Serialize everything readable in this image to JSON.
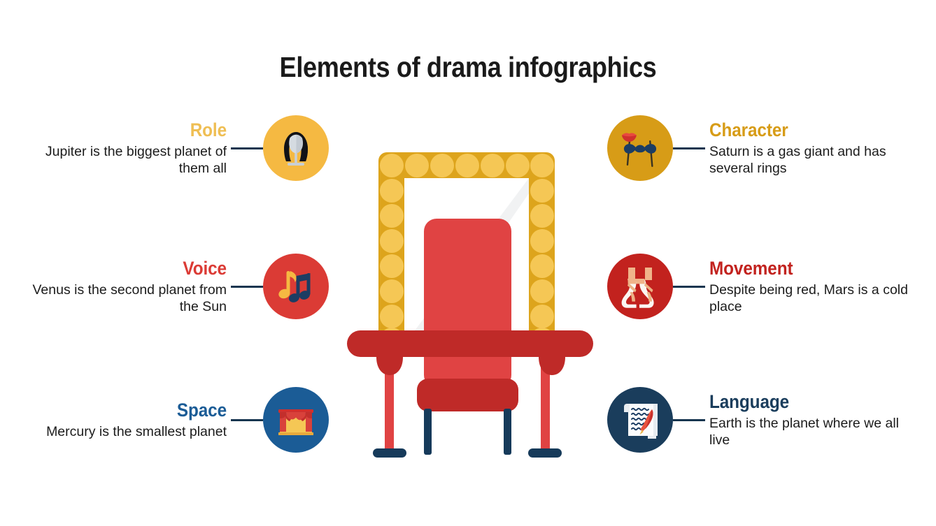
{
  "title": "Elements of drama infographics",
  "colors": {
    "role": "#EFBE53",
    "voice": "#DB3B35",
    "space": "#1B5C96",
    "character": "#D79C17",
    "movement": "#C2221E",
    "language": "#1A3D5C",
    "connector": "#17354F",
    "body_text": "#1C1C1C",
    "title_text": "#1A1A1A",
    "mirror_frame": "#DDA41C",
    "mirror_bulb": "#F5C755",
    "mirror_glass": "#FFFFFF",
    "chair_light": "#E04343",
    "chair_dark": "#BF2A28",
    "chair_leg": "#163A5A"
  },
  "items": {
    "left": [
      {
        "title": "Role",
        "description": "Jupiter is the biggest planet of them all",
        "icon": "theater-wig-mask-icon",
        "circle_color": "#F5B942",
        "title_color": "#EFBE53"
      },
      {
        "title": "Voice",
        "description": "Venus is the second planet from the Sun",
        "icon": "music-notes-icon",
        "circle_color": "#DB3B35",
        "title_color": "#DB3B35"
      },
      {
        "title": "Space",
        "description": "Mercury is the smallest planet",
        "icon": "theater-stage-curtain-icon",
        "circle_color": "#1B5C96",
        "title_color": "#1B5C96"
      }
    ],
    "right": [
      {
        "title": "Character",
        "description": "Saturn is a gas giant and has several rings",
        "icon": "lips-mustache-props-icon",
        "circle_color": "#D79C17",
        "title_color": "#D79C17"
      },
      {
        "title": "Movement",
        "description": "Despite being red, Mars is a cold place",
        "icon": "ballet-pointe-shoes-icon",
        "circle_color": "#C2221E",
        "title_color": "#C2221E"
      },
      {
        "title": "Language",
        "description": "Earth is the planet where we all live",
        "icon": "scroll-quill-icon",
        "circle_color": "#1A3D5C",
        "title_color": "#1A3D5C"
      }
    ]
  },
  "center_illustration": {
    "name": "theater-seat-and-vanity-mirror",
    "parts": [
      "vanity-mirror-frame",
      "mirror-light-bulbs",
      "mirror-glass",
      "theater-seat-backrest",
      "theater-seat-cushion",
      "theater-seat-armrests",
      "seat-legs"
    ]
  }
}
